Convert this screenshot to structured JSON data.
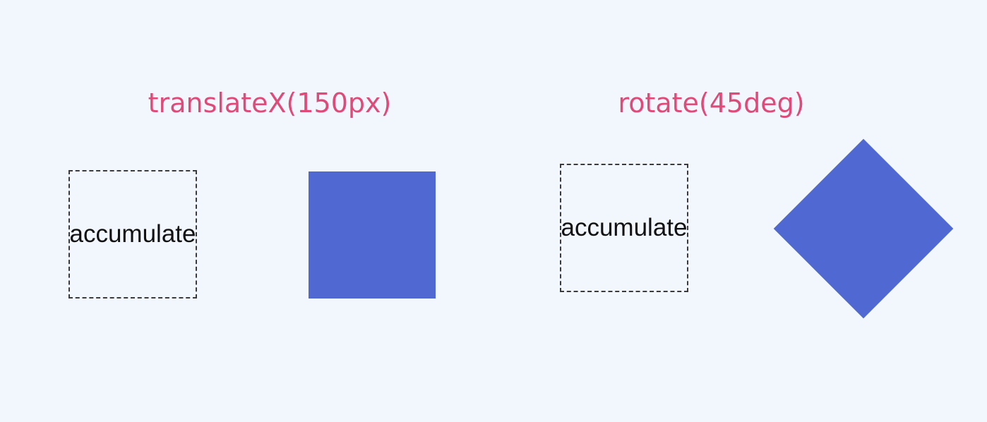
{
  "demos": [
    {
      "title": "translateX(150px)",
      "box_label": "accumulate"
    },
    {
      "title": "rotate(45deg)",
      "box_label": "accumulate"
    }
  ],
  "colors": {
    "background": "#f2f7fe",
    "title": "#df4a78",
    "square_fill": "#5068d2",
    "dashed_border": "#3b3b3b"
  }
}
